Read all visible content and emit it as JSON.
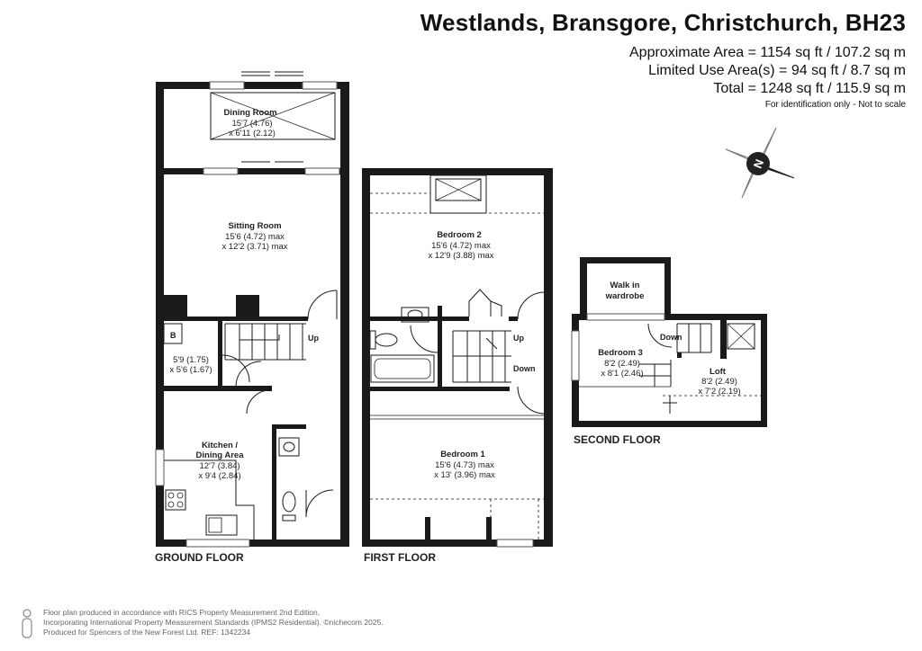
{
  "header": {
    "title": "Westlands, Bransgore, Christchurch, BH23",
    "approx_area": "Approximate Area = 1154 sq ft / 107.2 sq m",
    "limited_use": "Limited Use Area(s) = 94 sq ft / 8.7 sq m",
    "total": "Total = 1248 sq ft / 115.9 sq m",
    "disclaimer": "For identification only - Not to scale"
  },
  "compass": {
    "label": "N"
  },
  "ground_floor": {
    "label": "GROUND FLOOR",
    "dining": {
      "name": "Dining Room",
      "dim1": "15'7 (4.76)",
      "dim2": "x 6'11 (2.12)"
    },
    "sitting": {
      "name": "Sitting Room",
      "dim1": "15'6 (4.72) max",
      "dim2": "x 12'2 (3.71) max"
    },
    "boiler": {
      "tag": "B"
    },
    "utility": {
      "dim1": "5'9 (1.75)",
      "dim2": "x 5'6 (1.67)"
    },
    "stairs_up": "Up",
    "kitchen": {
      "name1": "Kitchen /",
      "name2": "Dining Area",
      "dim1": "12'7 (3.84)",
      "dim2": "x 9'4 (2.84)"
    }
  },
  "first_floor": {
    "label": "FIRST FLOOR",
    "bedroom2": {
      "name": "Bedroom 2",
      "dim1": "15'6 (4.72) max",
      "dim2": "x 12'9 (3.88) max"
    },
    "stairs_up": "Up",
    "stairs_down": "Down",
    "bedroom1": {
      "name": "Bedroom 1",
      "dim1": "15'6 (4.73) max",
      "dim2": "x 13' (3.96) max"
    }
  },
  "second_floor": {
    "label": "SECOND FLOOR",
    "wardrobe": {
      "name1": "Walk in",
      "name2": "wardrobe"
    },
    "stairs_down": "Down",
    "bedroom3": {
      "name": "Bedroom 3",
      "dim1": "8'2 (2.49)",
      "dim2": "x 8'1 (2.46)"
    },
    "loft": {
      "name": "Loft",
      "dim1": "8'2 (2.49)",
      "dim2": "x 7'2 (2.19)"
    }
  },
  "footer": {
    "line1": "Floor plan produced in accordance with RICS Property Measurement 2nd Edition,",
    "line2": "Incorporating International Property Measurement Standards (IPMS2 Residential).  ©nichecom 2025.",
    "line3": "Produced for Spencers of the New Forest Ltd.   REF:  1342234"
  },
  "colors": {
    "wall": "#1a1a1a",
    "text": "#222222",
    "footer": "#666666"
  }
}
